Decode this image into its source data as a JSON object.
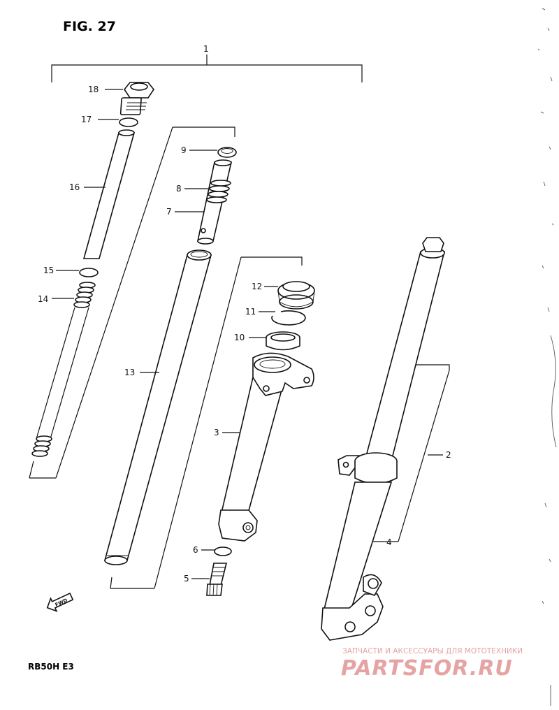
{
  "figure": {
    "title": "FIG. 27",
    "model": "RB50H  E3",
    "fwd_label": "FWD"
  },
  "callouts": {
    "c1": "1",
    "c2": "2",
    "c3": "3",
    "c4": "4",
    "c5": "5",
    "c6": "6",
    "c7": "7",
    "c8": "8",
    "c9": "9",
    "c10": "10",
    "c11": "11",
    "c12": "12",
    "c13": "13",
    "c14": "14",
    "c15": "15",
    "c16": "16",
    "c17": "17",
    "c18": "18"
  },
  "watermark": {
    "tagline": "ЗАПЧАСТИ И АКСЕССУАРЫ ДЛЯ МОТОТЕХНИКИ",
    "brand": "PARTSFOR.RU",
    "color": "#e6a3a3"
  }
}
